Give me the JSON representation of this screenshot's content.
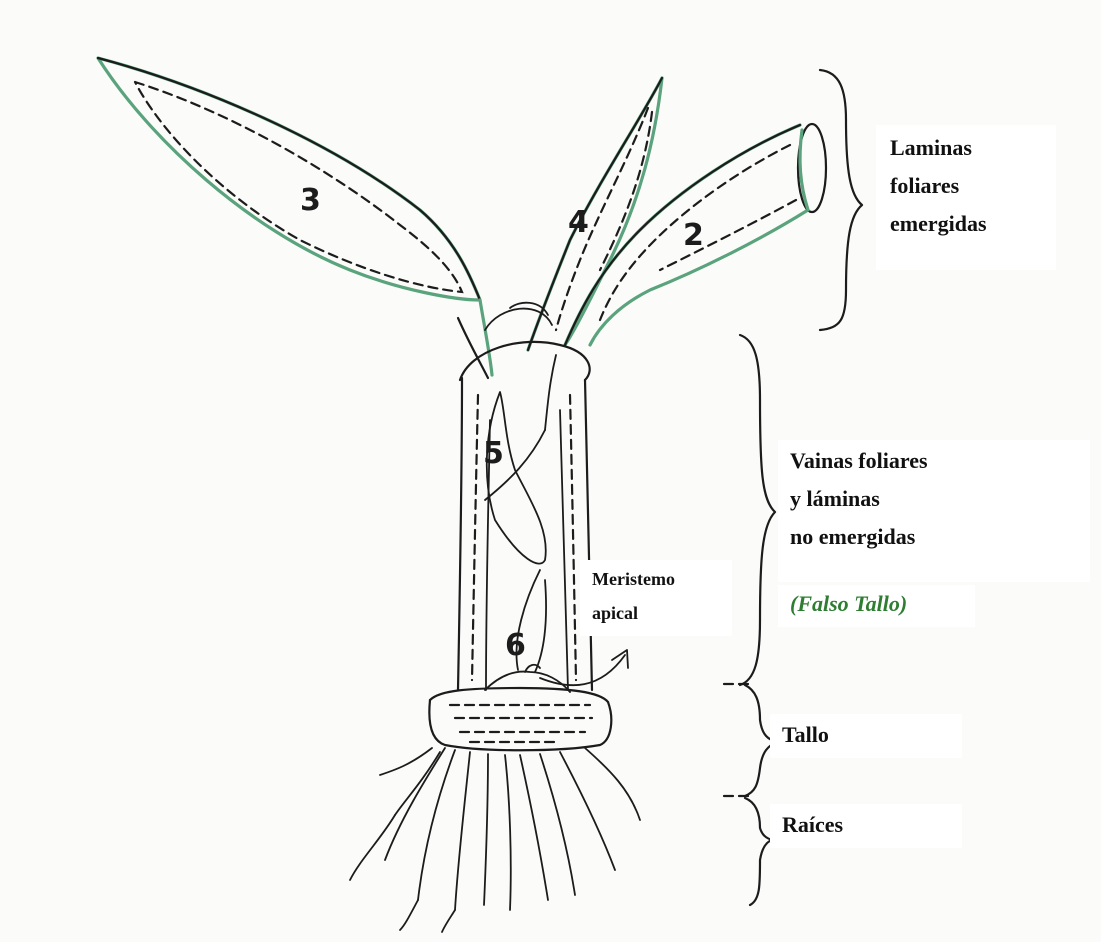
{
  "diagram": {
    "leaf_numbers": [
      "3",
      "4",
      "2",
      "5",
      "6"
    ],
    "labels": {
      "laminas_emergidas": [
        "Laminas",
        "foliares",
        "emergidas"
      ],
      "vainas": [
        "Vainas foliares",
        "y láminas",
        "no emergidas"
      ],
      "falso_tallo": "(Falso Tallo)",
      "meristemo": [
        "Meristemo",
        "apical"
      ],
      "tallo": "Tallo",
      "raices": "Raíces"
    },
    "colors": {
      "leaf_outline": "#5aa37c",
      "ink": "#1c1c1c",
      "falso_tallo_text": "#2e7d32",
      "label_background": "#ffffff"
    }
  }
}
